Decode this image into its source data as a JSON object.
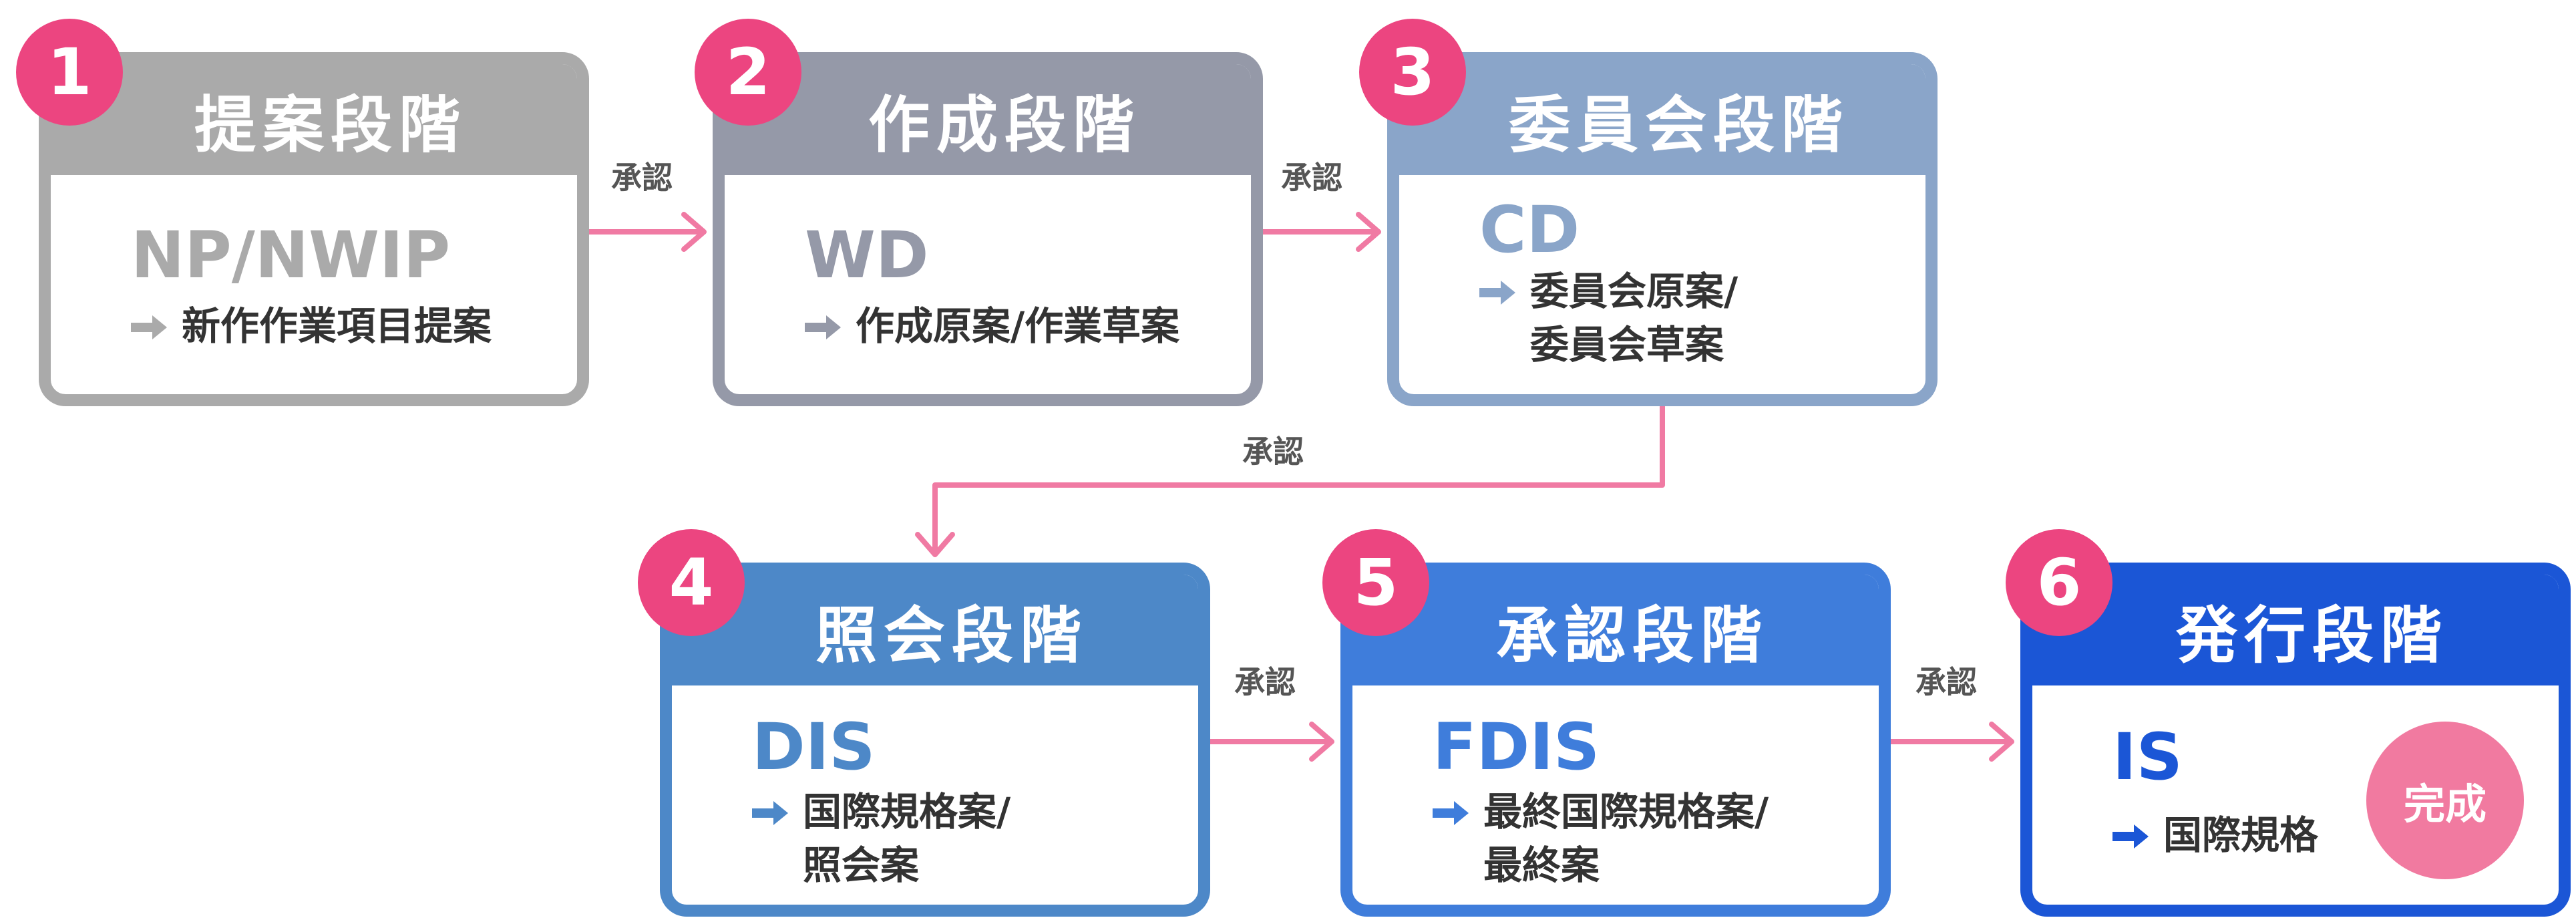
{
  "stages": [
    {
      "number": "1",
      "title": "提案段階",
      "code": "NP/NWIP",
      "desc_lines": [
        "新作作業項目提案"
      ],
      "color": "#aaaaaa"
    },
    {
      "number": "2",
      "title": "作成段階",
      "code": "WD",
      "desc_lines": [
        "作成原案/作業草案"
      ],
      "color": "#9599a8"
    },
    {
      "number": "3",
      "title": "委員会段階",
      "code": "CD",
      "desc_lines": [
        "委員会原案/",
        "委員会草案"
      ],
      "color": "#8aa5c9"
    },
    {
      "number": "4",
      "title": "照会段階",
      "code": "DIS",
      "desc_lines": [
        "国際規格案/",
        "照会案"
      ],
      "color": "#4d88c8"
    },
    {
      "number": "5",
      "title": "承認段階",
      "code": "FDIS",
      "desc_lines": [
        "最終国際規格案/",
        "最終案"
      ],
      "color": "#3f7ddb"
    },
    {
      "number": "6",
      "title": "発行段階",
      "code": "IS",
      "desc_lines": [
        "国際規格"
      ],
      "color": "#1b56d6",
      "badge": "完成"
    }
  ],
  "connectors": [
    {
      "label": "承認",
      "from": "1",
      "to": "2"
    },
    {
      "label": "承認",
      "from": "2",
      "to": "3"
    },
    {
      "label": "承認",
      "from": "3",
      "to": "4"
    },
    {
      "label": "承認",
      "from": "4",
      "to": "5"
    },
    {
      "label": "承認",
      "from": "5",
      "to": "6"
    }
  ],
  "colors": {
    "badge": "#ec4580",
    "connector": "#f07aa3",
    "complete_badge": "#f17aa0"
  }
}
